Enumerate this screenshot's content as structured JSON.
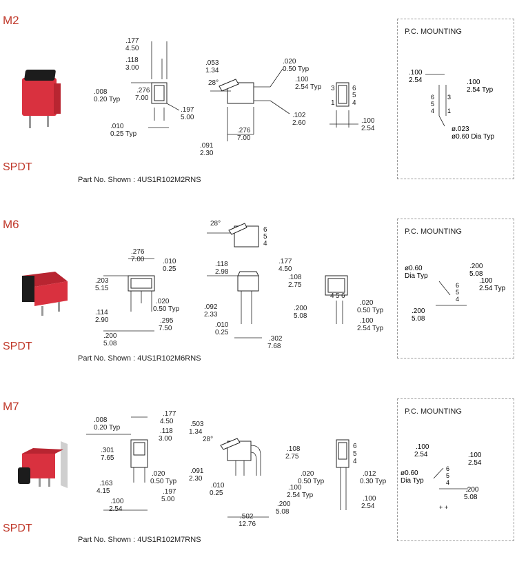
{
  "sections": [
    {
      "model": "M2",
      "type_label": "SPDT",
      "part_no": "Part No. Shown : 4US1R102M2RNS",
      "mount_title": "P.C. MOUNTING",
      "dims": {
        "d1": [
          ".177",
          "4.50"
        ],
        "d2": [
          ".118",
          "3.00"
        ],
        "d3": [
          ".008",
          "0.20 Typ"
        ],
        "d4": [
          ".276",
          "7.00"
        ],
        "d5": [
          ".197",
          "5.00"
        ],
        "d6": [
          ".010",
          "0.25 Typ"
        ],
        "d7": [
          ".053",
          "1.34"
        ],
        "angle": "28°",
        "d8": [
          ".020",
          "0.50 Typ"
        ],
        "d9": [
          ".100",
          "2.54 Typ"
        ],
        "d10": [
          ".102",
          "2.60"
        ],
        "d11": [
          ".276",
          "7.00"
        ],
        "d12": [
          ".091",
          "2.30"
        ],
        "d13": [
          ".100",
          "2.54"
        ]
      },
      "pins": [
        "3",
        "6",
        "5",
        "1",
        "4"
      ],
      "mount": {
        "a": [
          ".100",
          "2.54"
        ],
        "b": [
          ".100",
          "2.54 Typ"
        ],
        "hole": [
          "ø.023",
          "ø0.60 Dia Typ"
        ],
        "pins": [
          "6",
          "3",
          "5",
          "4",
          "1"
        ]
      }
    },
    {
      "model": "M6",
      "type_label": "SPDT",
      "part_no": "Part No. Shown : 4US1R102M6RNS",
      "mount_title": "P.C. MOUNTING",
      "dims": {
        "angle": "28°",
        "top_pins": [
          "6",
          "5",
          "4"
        ],
        "d1": [
          ".276",
          "7.00"
        ],
        "d2": [
          ".010",
          "0.25"
        ],
        "d3": [
          ".203",
          "5.15"
        ],
        "d4": [
          ".020",
          "0.50 Typ"
        ],
        "d5": [
          ".114",
          "2.90"
        ],
        "d6": [
          ".295",
          "7.50"
        ],
        "d7": [
          ".200",
          "5.08"
        ],
        "d8": [
          ".118",
          "2.98"
        ],
        "d9": [
          ".177",
          "4.50"
        ],
        "d10": [
          ".108",
          "2.75"
        ],
        "d11": [
          ".092",
          "2.33"
        ],
        "d12": [
          ".010",
          "0.25"
        ],
        "d13": [
          ".200",
          "5.08"
        ],
        "d14": [
          ".302",
          "7.68"
        ],
        "d15": [
          ".020",
          "0.50 Typ"
        ],
        "d16": [
          ".100",
          "2.54 Typ"
        ]
      },
      "pins": [
        "4",
        "5",
        "6"
      ],
      "mount": {
        "hole": [
          "ø0.60",
          "Dia Typ"
        ],
        "a": [
          ".200",
          "5.08"
        ],
        "b": [
          ".100",
          "2.54 Typ"
        ],
        "c": [
          ".200",
          "5.08"
        ],
        "pins": [
          "6",
          "5",
          "4"
        ]
      }
    },
    {
      "model": "M7",
      "type_label": "SPDT",
      "part_no": "Part No. Shown : 4US1R102M7RNS",
      "mount_title": "P.C. MOUNTING",
      "dims": {
        "d1": [
          ".177",
          "4.50"
        ],
        "d2": [
          ".008",
          "0.20 Typ"
        ],
        "d3": [
          ".118",
          "3.00"
        ],
        "d4": [
          ".301",
          "7.65"
        ],
        "d5": [
          ".163",
          "4.15"
        ],
        "d6": [
          ".020",
          "0.50 Typ"
        ],
        "d7": [
          ".197",
          "5.00"
        ],
        "d8": [
          ".100",
          "2.54"
        ],
        "d9": [
          ".503",
          "1.34"
        ],
        "angle": "28°",
        "d10": [
          ".108",
          "2.75"
        ],
        "d11": [
          ".091",
          "2.30"
        ],
        "d12": [
          ".020",
          "0.50 Typ"
        ],
        "d13": [
          ".010",
          "0.25"
        ],
        "d14": [
          ".100",
          "2.54 Typ"
        ],
        "d15": [
          ".200",
          "5.08"
        ],
        "d16": [
          ".502",
          "12.76"
        ],
        "d17": [
          ".012",
          "0.30 Typ"
        ],
        "d18": [
          ".100",
          "2.54"
        ]
      },
      "pins": [
        "6",
        "5",
        "4"
      ],
      "mount": {
        "a": [
          ".100",
          "2.54"
        ],
        "b": [
          ".100",
          "2.54"
        ],
        "hole": [
          "ø0.60",
          "Dia Typ"
        ],
        "c": [
          ".200",
          "5.08"
        ],
        "pins": [
          "6",
          "5",
          "4"
        ]
      }
    }
  ],
  "colors": {
    "accent": "#c0392b",
    "switch_red": "#d9313f",
    "switch_dark": "#1c1c1c"
  }
}
